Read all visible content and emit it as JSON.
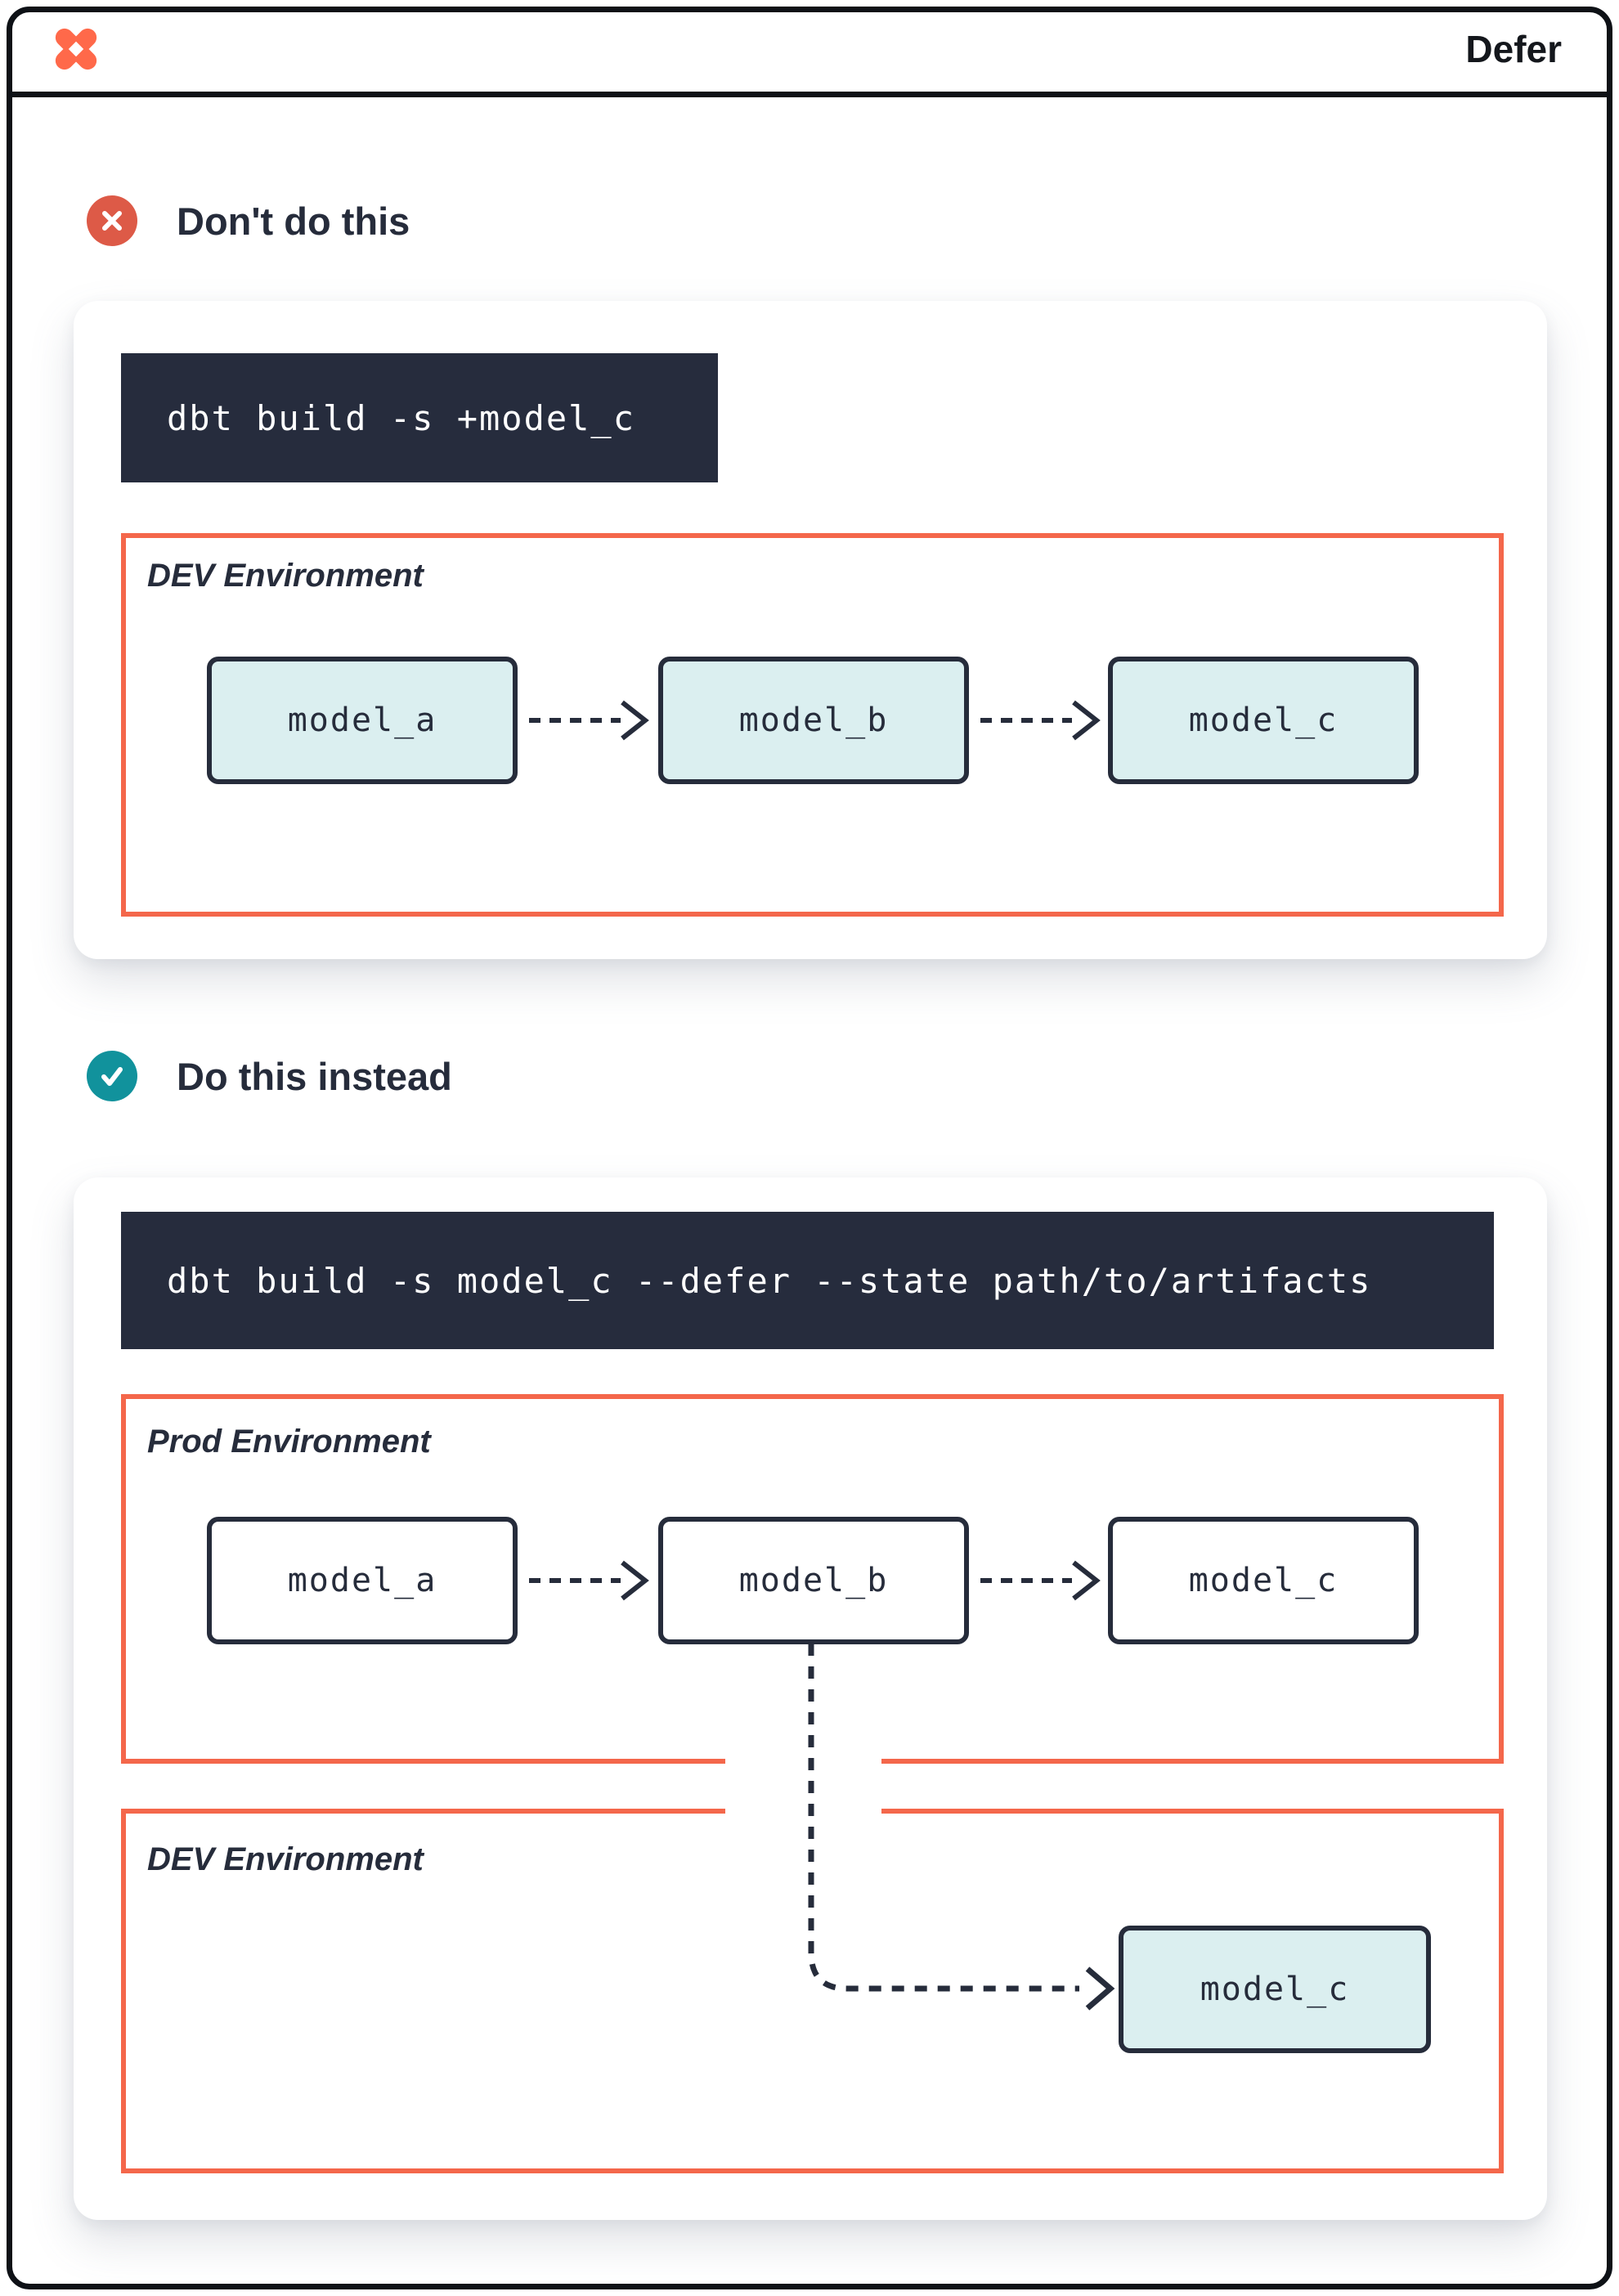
{
  "header": {
    "title": "Defer",
    "logo": "dbt-logo"
  },
  "colors": {
    "frame_border": "#0e1116",
    "navy": "#262C3B",
    "code_background": "#262C3D",
    "env_border_orange": "#F4674B",
    "model_fill_teal": "#DBEFF0",
    "error_badge_red": "#DD5A47",
    "success_badge_teal": "#11929C",
    "logo_orange": "#FF694A"
  },
  "sections": [
    {
      "icon": "x-circle-icon",
      "heading": "Don't do this",
      "command": "dbt build -s +model_c",
      "environments": [
        {
          "label": "DEV Environment",
          "models": [
            "model_a",
            "model_b",
            "model_c"
          ]
        }
      ]
    },
    {
      "icon": "check-circle-icon",
      "heading": "Do this instead",
      "command": "dbt build -s model_c --defer --state path/to/artifacts",
      "environments": [
        {
          "label": "Prod Environment",
          "models": [
            "model_a",
            "model_b",
            "model_c"
          ]
        },
        {
          "label": "DEV Environment",
          "models": [
            "model_c"
          ]
        }
      ]
    }
  ]
}
